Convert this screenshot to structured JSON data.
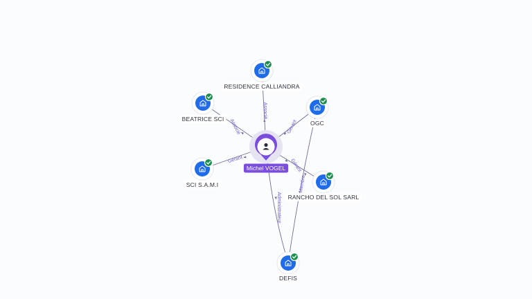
{
  "colors": {
    "person_accent": "#7b4ddd",
    "company_accent": "#1f6bea",
    "verified_badge": "#1a8f4e",
    "edge": "#6b6f9a",
    "edge_label": "#6b5bd6"
  },
  "person": {
    "name": "Michel VOGEL",
    "icon": "person-icon"
  },
  "companies": [
    {
      "id": "residence",
      "name": "RESIDENCE CALLIANDRA",
      "icon": "building-icon",
      "verified": true
    },
    {
      "id": "beatrice",
      "name": "BEATRICE SCI",
      "icon": "building-icon",
      "verified": true
    },
    {
      "id": "ogc",
      "name": "OGC",
      "icon": "building-icon",
      "verified": true
    },
    {
      "id": "sami",
      "name": "SCI S.A.M.I",
      "icon": "building-icon",
      "verified": true
    },
    {
      "id": "rancho",
      "name": "RANCHO DEL SOL SARL",
      "icon": "building-icon",
      "verified": true
    },
    {
      "id": "defis",
      "name": "DEFIS",
      "icon": "building-icon",
      "verified": true
    }
  ],
  "relations": [
    {
      "from": "person",
      "to": "residence",
      "label": "Associé"
    },
    {
      "from": "person",
      "to": "beatrice",
      "label": "Associé"
    },
    {
      "from": "person",
      "to": "ogc",
      "label": "Gérant"
    },
    {
      "from": "person",
      "to": "sami",
      "label": "Gérant"
    },
    {
      "from": "person",
      "to": "rancho",
      "label": "Gérant"
    },
    {
      "from": "person",
      "to": "defis",
      "label": "Administrateur"
    },
    {
      "from": "ogc",
      "to": "defis",
      "label": "Membre"
    }
  ]
}
